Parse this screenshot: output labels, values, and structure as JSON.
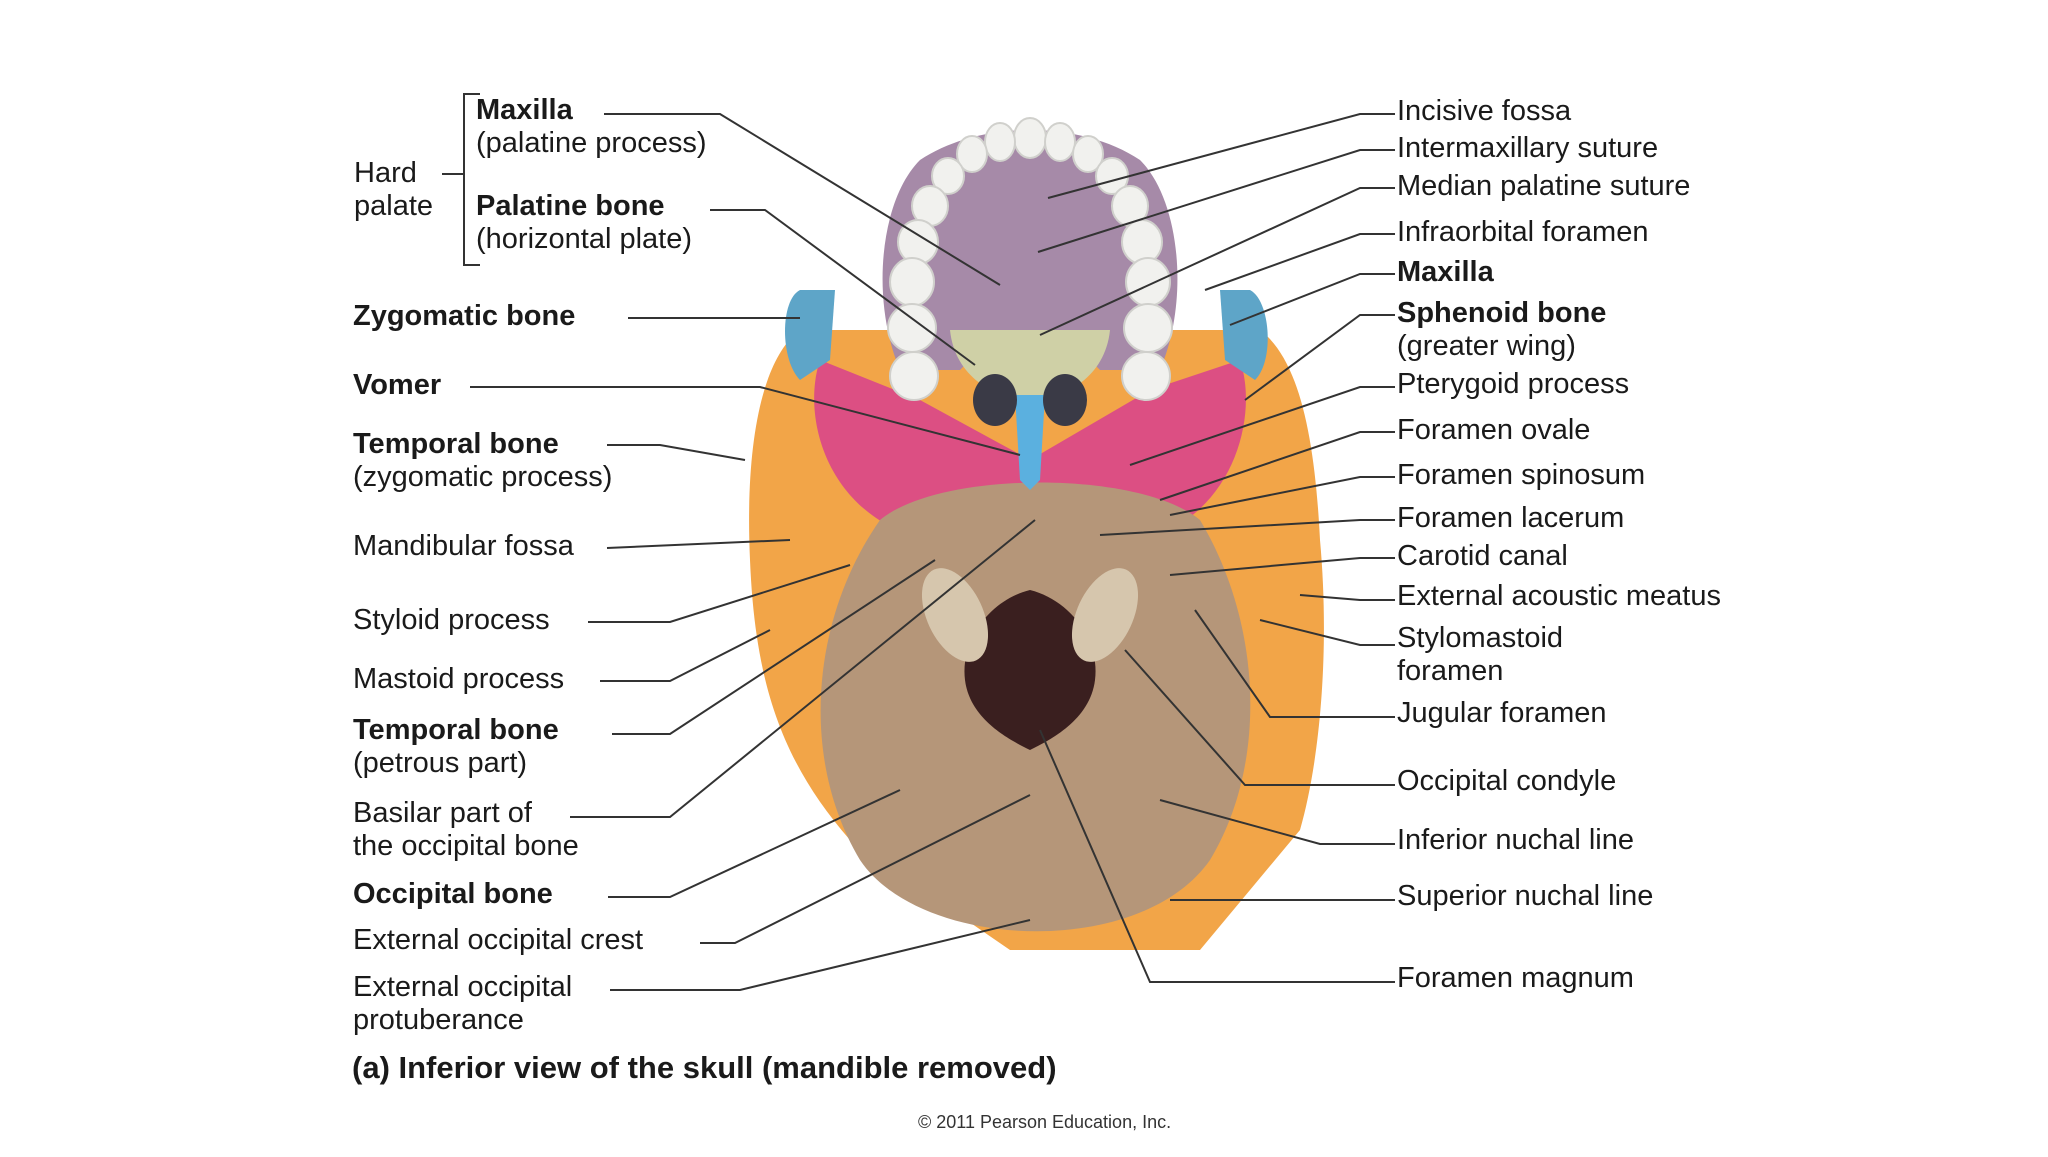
{
  "group_label": [
    "Hard",
    "palate"
  ],
  "labels_left": [
    {
      "id": "maxilla-palatine",
      "lines": [
        "Maxilla",
        "(palatine process)"
      ],
      "bold": true
    },
    {
      "id": "palatine-bone",
      "lines": [
        "Palatine bone",
        "(horizontal plate)"
      ],
      "bold": true
    },
    {
      "id": "zygomatic-bone",
      "lines": [
        "Zygomatic bone"
      ],
      "bold": true
    },
    {
      "id": "vomer",
      "lines": [
        "Vomer"
      ],
      "bold": true
    },
    {
      "id": "temporal-zygomatic",
      "lines": [
        "Temporal bone",
        "(zygomatic process)"
      ],
      "bold": true
    },
    {
      "id": "mandibular-fossa",
      "lines": [
        "Mandibular fossa"
      ],
      "bold": false
    },
    {
      "id": "styloid-process",
      "lines": [
        "Styloid process"
      ],
      "bold": false
    },
    {
      "id": "mastoid-process",
      "lines": [
        "Mastoid process"
      ],
      "bold": false
    },
    {
      "id": "temporal-petrous",
      "lines": [
        "Temporal bone",
        "(petrous part)"
      ],
      "bold": true
    },
    {
      "id": "basilar-occipital",
      "lines": [
        "Basilar part of",
        "the occipital bone"
      ],
      "bold": false
    },
    {
      "id": "occipital-bone",
      "lines": [
        "Occipital bone"
      ],
      "bold": true
    },
    {
      "id": "ext-occipital-crest",
      "lines": [
        "External occipital crest"
      ],
      "bold": false
    },
    {
      "id": "ext-occipital-protuberance",
      "lines": [
        "External occipital",
        "protuberance"
      ],
      "bold": false
    }
  ],
  "labels_right": [
    {
      "id": "incisive-fossa",
      "lines": [
        "Incisive fossa"
      ],
      "bold": false
    },
    {
      "id": "intermaxillary-suture",
      "lines": [
        "Intermaxillary suture"
      ],
      "bold": false
    },
    {
      "id": "median-palatine-suture",
      "lines": [
        "Median palatine suture"
      ],
      "bold": false
    },
    {
      "id": "infraorbital-foramen",
      "lines": [
        "Infraorbital foramen"
      ],
      "bold": false
    },
    {
      "id": "maxilla",
      "lines": [
        "Maxilla"
      ],
      "bold": true
    },
    {
      "id": "sphenoid-bone",
      "lines": [
        "Sphenoid bone",
        "(greater wing)"
      ],
      "bold": true
    },
    {
      "id": "pterygoid-process",
      "lines": [
        "Pterygoid process"
      ],
      "bold": false
    },
    {
      "id": "foramen-ovale",
      "lines": [
        "Foramen ovale"
      ],
      "bold": false
    },
    {
      "id": "foramen-spinosum",
      "lines": [
        "Foramen spinosum"
      ],
      "bold": false
    },
    {
      "id": "foramen-lacerum",
      "lines": [
        "Foramen lacerum"
      ],
      "bold": false
    },
    {
      "id": "carotid-canal",
      "lines": [
        "Carotid canal"
      ],
      "bold": false
    },
    {
      "id": "external-acoustic-meatus",
      "lines": [
        "External acoustic meatus"
      ],
      "bold": false
    },
    {
      "id": "stylomastoid-foramen",
      "lines": [
        "Stylomastoid",
        "foramen"
      ],
      "bold": false
    },
    {
      "id": "jugular-foramen",
      "lines": [
        "Jugular foramen"
      ],
      "bold": false
    },
    {
      "id": "occipital-condyle",
      "lines": [
        "Occipital condyle"
      ],
      "bold": false
    },
    {
      "id": "inferior-nuchal-line",
      "lines": [
        "Inferior nuchal line"
      ],
      "bold": false
    },
    {
      "id": "superior-nuchal-line",
      "lines": [
        "Superior nuchal line"
      ],
      "bold": false
    },
    {
      "id": "foramen-magnum",
      "lines": [
        "Foramen magnum"
      ],
      "bold": false
    }
  ],
  "caption": "(a) Inferior view of the skull (mandible removed)",
  "copyright": "© 2011 Pearson Education, Inc.",
  "colors": {
    "maxilla": "#a68aa8",
    "palatine": "#cfd0a6",
    "zygomatic": "#5ea5c8",
    "vomer": "#5bb0df",
    "sphenoid": "#dc4f83",
    "temporal": "#f2a548",
    "occipital": "#b59679",
    "foramen": "#3a1f1f",
    "teeth": "#f1f1ee",
    "leader": "#333333"
  }
}
